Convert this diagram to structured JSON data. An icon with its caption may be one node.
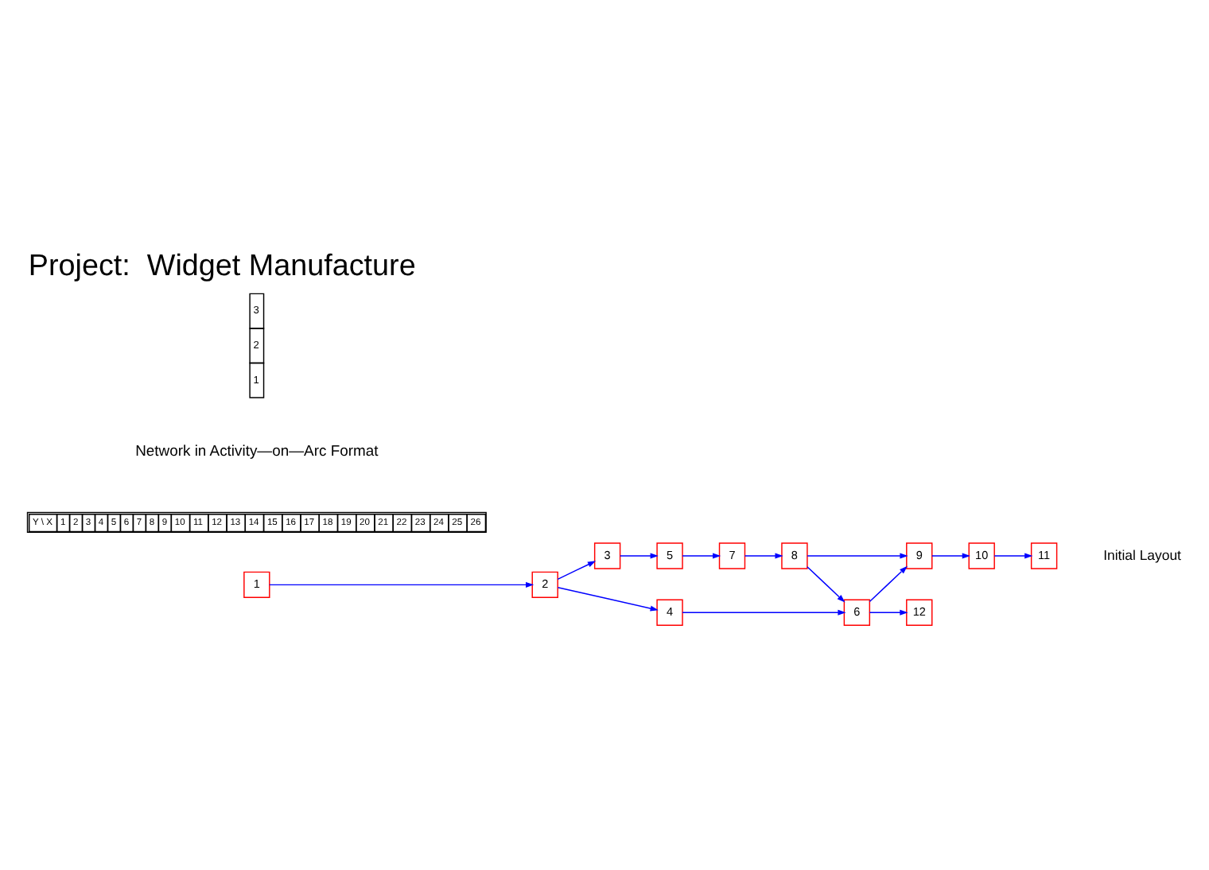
{
  "diagram": {
    "title": "Project:  Widget Manufacture",
    "nodes": [
      {
        "text": [
          "1"
        ]
      },
      {
        "text": [
          "2"
        ]
      },
      {
        "text": [
          "3"
        ]
      },
      {
        "text": [
          "4"
        ]
      },
      {
        "text": [
          "5"
        ]
      },
      {
        "text": [
          "6"
        ]
      },
      {
        "text": [
          "7"
        ]
      },
      {
        "text": [
          "8"
        ]
      },
      {
        "text": [
          "9"
        ]
      },
      {
        "text": [
          "10"
        ]
      },
      {
        "text": [
          "11"
        ]
      },
      {
        "text": [
          "12"
        ]
      }
    ],
    "edges": [
      {
        "from": 0,
        "to": 1,
        "arrow": "to"
      },
      {
        "from": 1,
        "to": 3,
        "arrow": "to"
      },
      {
        "from": 1,
        "to": 2,
        "arrow": "to"
      },
      {
        "from": 2,
        "to": 4,
        "arrow": "to"
      },
      {
        "from": 3,
        "to": 5,
        "arrow": "to"
      },
      {
        "from": 4,
        "to": 6,
        "arrow": "to"
      },
      {
        "from": 6,
        "to": 7,
        "arrow": "to"
      },
      {
        "from": 7,
        "to": 5,
        "arrow": "to"
      },
      {
        "from": 7,
        "to": 8,
        "arrow": "to"
      },
      {
        "from": 5,
        "to": 11,
        "arrow": "to"
      },
      {
        "from": 5,
        "to": 8,
        "arrow": "to"
      },
      {
        "from": 8,
        "to": 9,
        "arrow": "to"
      },
      {
        "from": 9,
        "to": 10,
        "arrow": "to"
      }
    ],
    "labels": [
      "Network in Activity—on—Arc Format",
      "Y \\ X",
      "1",
      "2",
      "3",
      "4",
      "5",
      "6",
      "7",
      "8",
      "9",
      "10",
      "11",
      "12",
      "13",
      "14",
      "15",
      "16",
      "17",
      "18",
      "19",
      "20",
      "21",
      "22",
      "23",
      "24",
      "25",
      "26",
      "3",
      "2",
      "1",
      "Initial Layout"
    ]
  }
}
